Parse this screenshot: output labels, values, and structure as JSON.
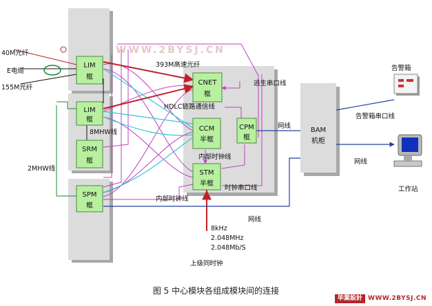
{
  "watermark": "WWW.2BYSJ.CN",
  "caption": "图 5    中心模块各组成模块间的连接",
  "brand": {
    "badge": "毕業設計",
    "url": "WWW.2BYSJ.CN"
  },
  "colors": {
    "rack": "#dcdcdc",
    "module": "#b8f0a0",
    "module_border": "#4a8a3a",
    "red": "#c0202a",
    "cyan": "#30c8d0",
    "magenta": "#c040c0",
    "blue": "#2040a0",
    "black": "#111111"
  },
  "modules": {
    "lim1": {
      "line1": "LIM",
      "line2": "框"
    },
    "lim2": {
      "line1": "LIM",
      "line2": "框"
    },
    "srm": {
      "line1": "SRM",
      "line2": "框"
    },
    "spm": {
      "line1": "SPM",
      "line2": "框"
    },
    "cnet": {
      "line1": "CNET",
      "line2": "框"
    },
    "ccm": {
      "line1": "CCM",
      "line2": "半框"
    },
    "cpm": {
      "line1": "CPM",
      "line2": "框"
    },
    "stm": {
      "line1": "STM",
      "line2": "半框"
    },
    "bam": {
      "line1": "BAM",
      "line2": "机柜"
    }
  },
  "labels": {
    "fiber40": "40M光纤",
    "ecable": "E电缆",
    "fiber155": "155M光纤",
    "mhw8": "8MHW线",
    "mhw2": "2MHW线",
    "fiber393": "393M高速光纤",
    "hdlc": "HDLC链路通信线",
    "escape": "逃生串口线",
    "internal_clock1": "内部时钟线",
    "internal_clock2": "内部时钟线",
    "clock_serial": "时钟串口线",
    "net1": "网线",
    "net2": "网线",
    "net3": "网线",
    "alarm_box": "告警箱",
    "alarm_serial": "告警箱串口线",
    "workstation": "工作站",
    "freq1": "8kHz",
    "freq2": "2.048MHz",
    "freq3": "2.048Mb/S",
    "upper_clock": "上级同时钟"
  }
}
